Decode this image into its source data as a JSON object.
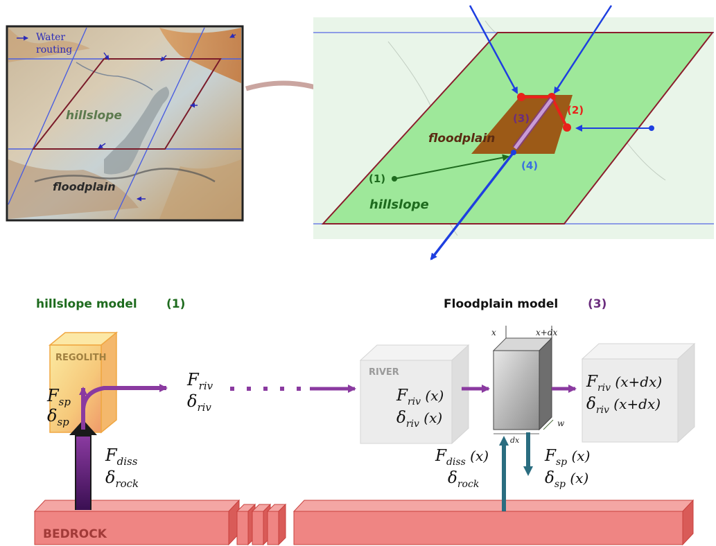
{
  "map": {
    "water_routing": [
      "Water",
      "routing"
    ],
    "hillslope": "hillslope",
    "floodplain": "floodplain"
  },
  "schematic": {
    "floodplain": "floodplain",
    "hillslope": "hillslope",
    "marker_1": "(1)",
    "marker_2": "(2)",
    "marker_3": "(3)",
    "marker_4": "(4)"
  },
  "hillslope_model": {
    "title": "hillslope model",
    "number": "(1)",
    "regolith": "REGOLITH",
    "bedrock": "BEDROCK",
    "f_sp": "F",
    "f_sp_sub": "sp",
    "d_sp": "δ",
    "d_sp_sub": "sp",
    "f_riv": "F",
    "f_riv_sub": "riv",
    "d_riv": "δ",
    "d_riv_sub": "riv",
    "f_diss": "F",
    "f_diss_sub": "diss",
    "d_rock": "δ",
    "d_rock_sub": "rock"
  },
  "floodplain_model": {
    "title": "Floodplain model",
    "number": "(3)",
    "river": "RIVER",
    "x_label": "x",
    "x_dx_label": "x+dx",
    "dx_label": "dx",
    "w_label": "w",
    "f_riv_x": [
      "F",
      "riv",
      " (x)"
    ],
    "d_riv_x": [
      "δ",
      "riv",
      " (x)"
    ],
    "f_riv_xdx": [
      "F",
      "riv",
      " (x+dx)"
    ],
    "d_riv_xdx": [
      "δ",
      "riv",
      " (x+dx)"
    ],
    "f_diss_x": [
      "F",
      "diss",
      " (x)"
    ],
    "d_rock_x": [
      "δ",
      "rock",
      ""
    ],
    "f_sp_x": [
      "F",
      "sp",
      " (x)"
    ],
    "d_sp_x": [
      "δ",
      "sp",
      " (x)"
    ]
  },
  "colors": {
    "green": "#1e6b1e",
    "purple": "#6b2d7e",
    "red": "#e8221b",
    "blue": "#1e3fe0",
    "bedrock": "#ef8583",
    "teal": "#2a6d80"
  }
}
